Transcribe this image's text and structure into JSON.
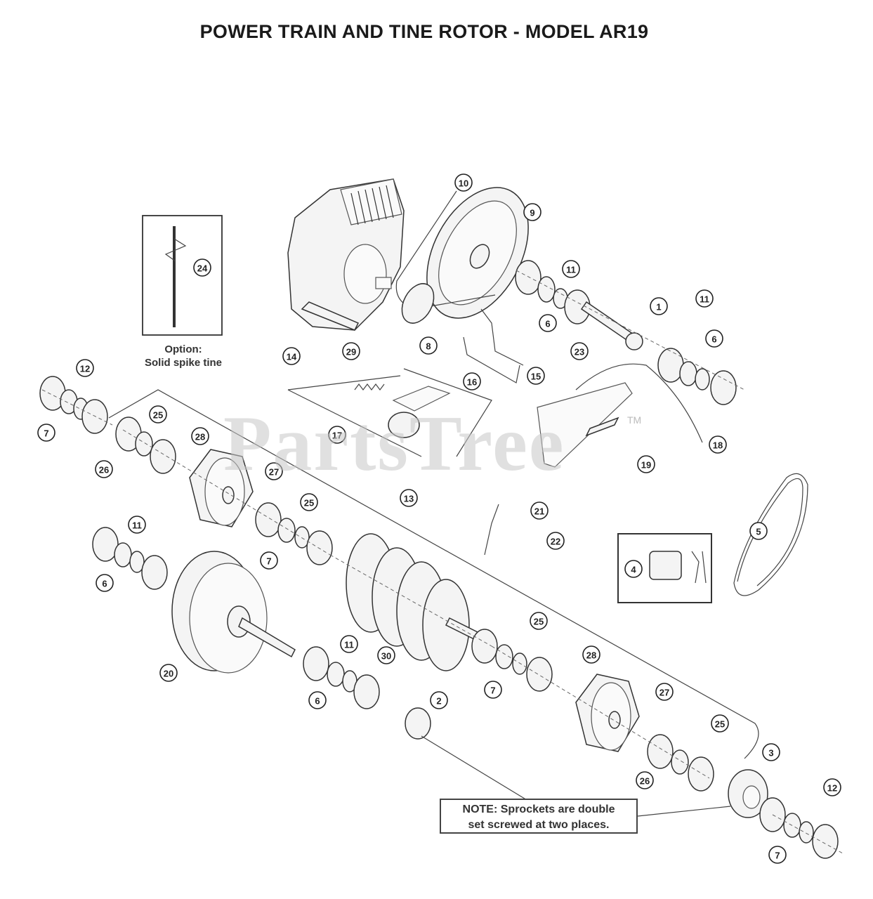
{
  "title": "POWER TRAIN AND TINE ROTOR - MODEL AR19",
  "option_caption": [
    "Option:",
    "Solid spike tine"
  ],
  "note": [
    "NOTE: Sprockets are double",
    "set screwed at two places."
  ],
  "watermark": "PartsTree",
  "watermark_tm": "TM",
  "callouts": [
    {
      "id": "c10",
      "label": "10"
    },
    {
      "id": "c9",
      "label": "9"
    },
    {
      "id": "c11a",
      "label": "11"
    },
    {
      "id": "c1",
      "label": "1"
    },
    {
      "id": "c11b",
      "label": "11"
    },
    {
      "id": "c6a",
      "label": "6"
    },
    {
      "id": "c6b",
      "label": "6"
    },
    {
      "id": "c8",
      "label": "8"
    },
    {
      "id": "c23",
      "label": "23"
    },
    {
      "id": "c14",
      "label": "14"
    },
    {
      "id": "c24",
      "label": "24"
    },
    {
      "id": "c29a",
      "label": "29"
    },
    {
      "id": "c15",
      "label": "15"
    },
    {
      "id": "c16",
      "label": "16"
    },
    {
      "id": "c12a",
      "label": "12"
    },
    {
      "id": "c7a",
      "label": "7"
    },
    {
      "id": "c25a",
      "label": "25"
    },
    {
      "id": "c26a",
      "label": "26"
    },
    {
      "id": "c28a",
      "label": "28"
    },
    {
      "id": "c27a",
      "label": "27"
    },
    {
      "id": "c17",
      "label": "17"
    },
    {
      "id": "c18",
      "label": "18"
    },
    {
      "id": "c19",
      "label": "19"
    },
    {
      "id": "c13",
      "label": "13"
    },
    {
      "id": "c25b",
      "label": "25"
    },
    {
      "id": "c5",
      "label": "5"
    },
    {
      "id": "c21",
      "label": "21"
    },
    {
      "id": "c22",
      "label": "22"
    },
    {
      "id": "c4",
      "label": "4"
    },
    {
      "id": "c11c",
      "label": "11"
    },
    {
      "id": "c6c",
      "label": "6"
    },
    {
      "id": "c7b",
      "label": "7"
    },
    {
      "id": "c25c",
      "label": "25"
    },
    {
      "id": "c20",
      "label": "20"
    },
    {
      "id": "c30",
      "label": "30"
    },
    {
      "id": "c11d",
      "label": "11"
    },
    {
      "id": "c28b",
      "label": "28"
    },
    {
      "id": "c7c",
      "label": "7"
    },
    {
      "id": "c27b",
      "label": "27"
    },
    {
      "id": "c6d",
      "label": "6"
    },
    {
      "id": "c2",
      "label": "2"
    },
    {
      "id": "c25d",
      "label": "25"
    },
    {
      "id": "c3",
      "label": "3"
    },
    {
      "id": "c26b",
      "label": "26"
    },
    {
      "id": "c12b",
      "label": "12"
    },
    {
      "id": "c7d",
      "label": "7"
    }
  ]
}
